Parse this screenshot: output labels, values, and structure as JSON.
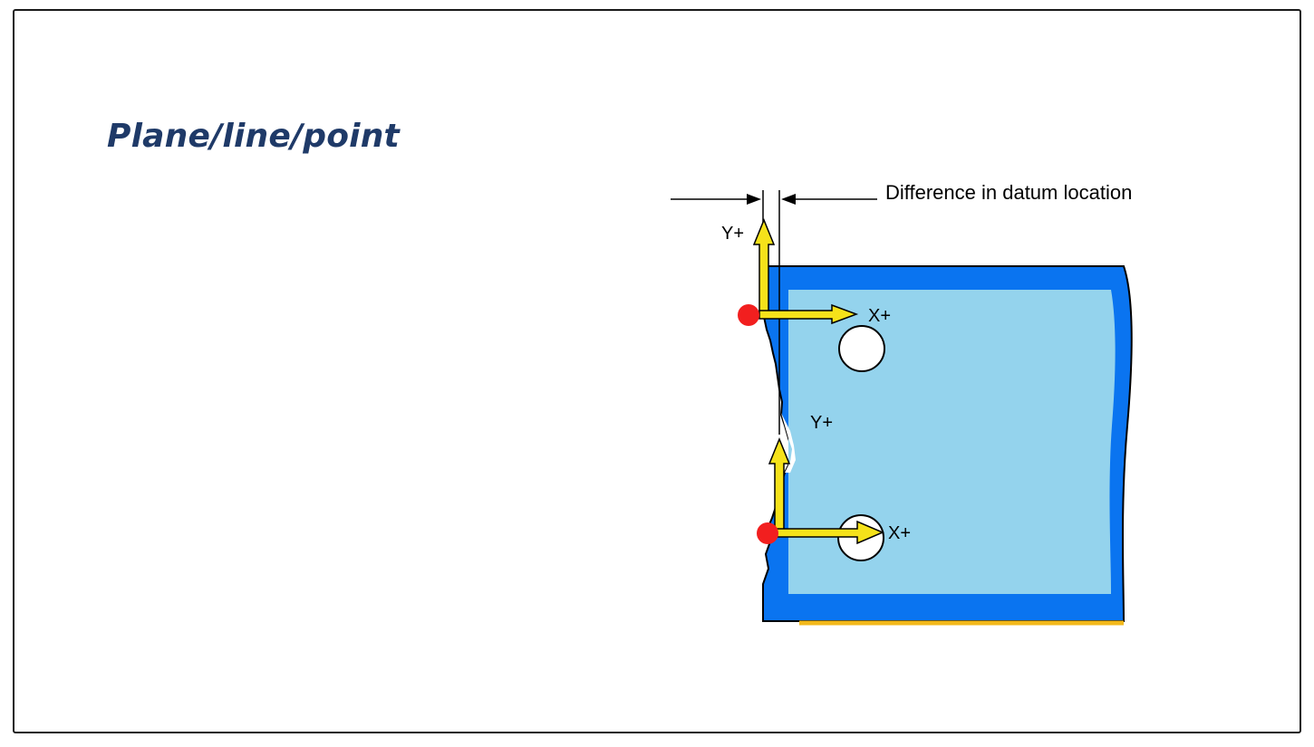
{
  "slide": {
    "title": "Plane/line/point"
  },
  "diagram": {
    "dimension_label": "Difference in datum location",
    "datum_1": {
      "y_axis_label": "Y+",
      "x_axis_label": "X+"
    },
    "datum_2": {
      "y_axis_label": "Y+",
      "x_axis_label": "X+"
    },
    "colors": {
      "part_outer": "#0a74f0",
      "part_inner": "#94d3ed",
      "axis_arrow": "#f5e21a",
      "datum_point": "#f21f1f",
      "bottom_edge": "#f2b81b",
      "title": "#1f3a68"
    }
  }
}
